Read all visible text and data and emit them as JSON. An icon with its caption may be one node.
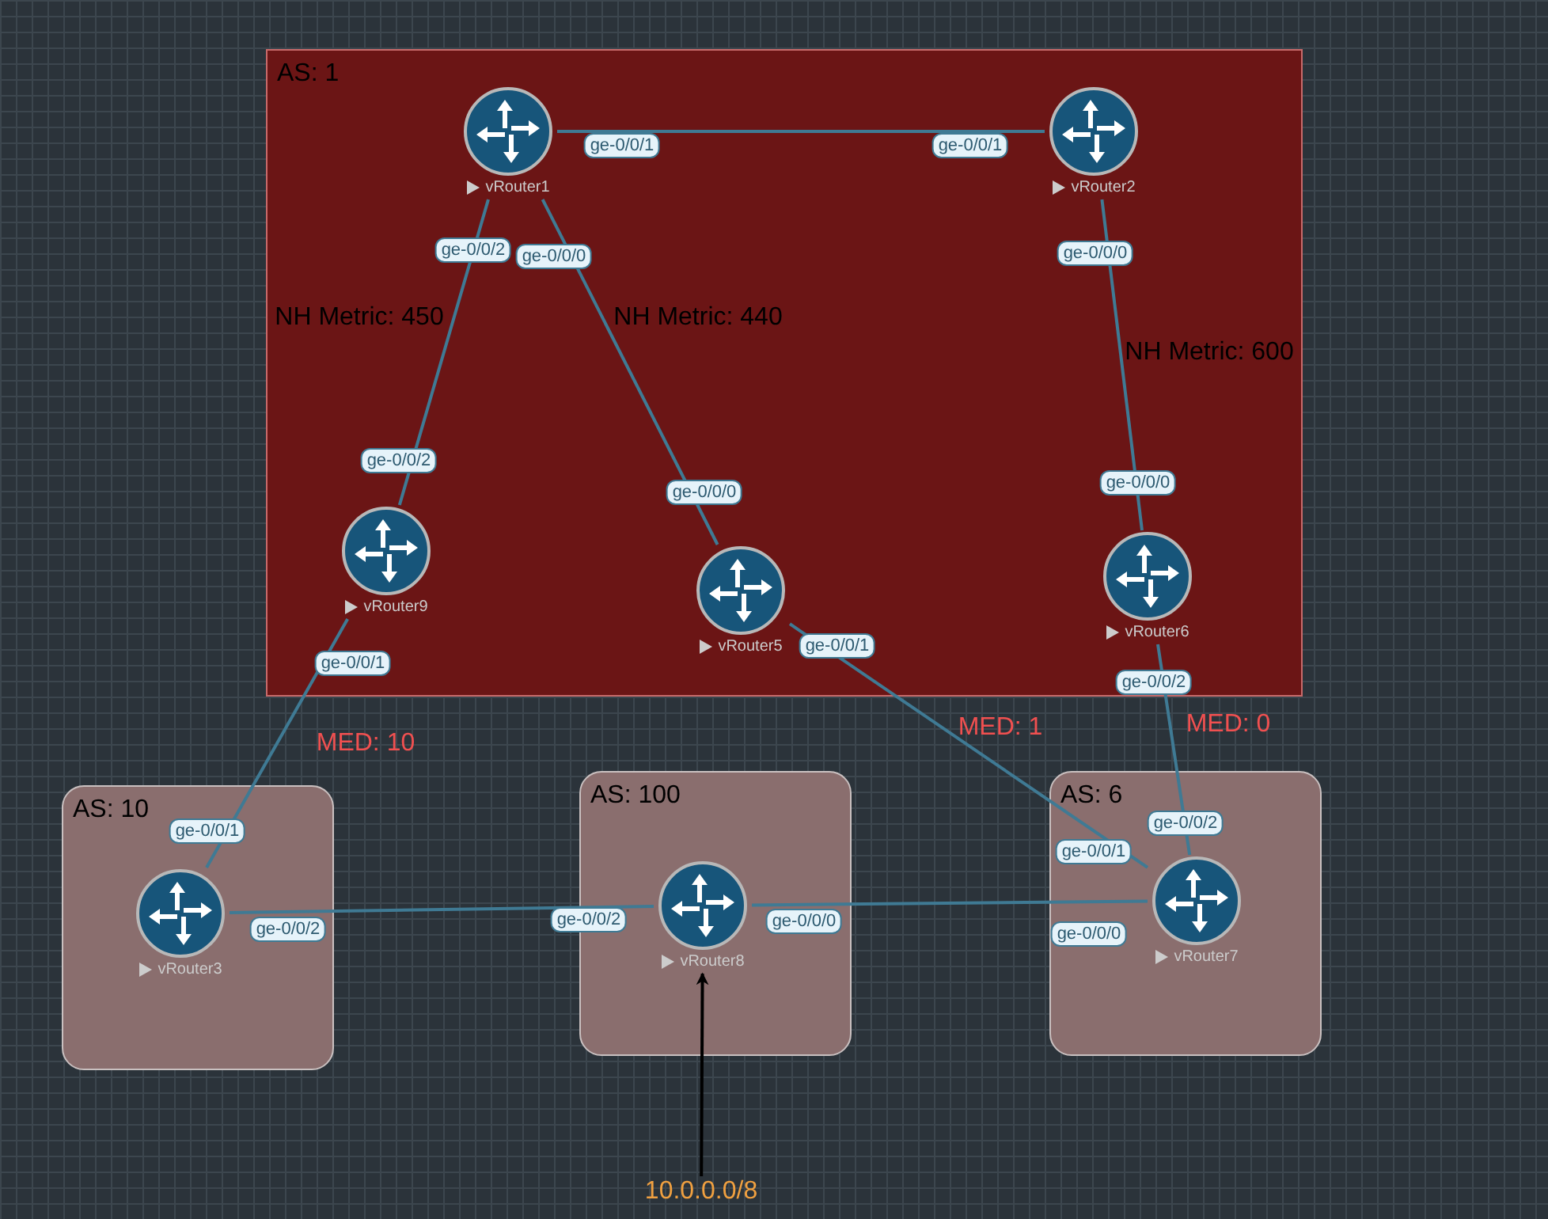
{
  "diagram": {
    "nodes": [
      {
        "text": [
          "AS: 1"
        ]
      },
      {
        "text": [
          "vRouter1"
        ],
        "in": 0
      },
      {
        "text": [
          "vRouter2"
        ],
        "in": 0
      },
      {
        "text": [
          "vRouter9"
        ],
        "in": 0
      },
      {
        "text": [
          "vRouter5"
        ],
        "in": 0
      },
      {
        "text": [
          "vRouter6"
        ],
        "in": 0
      },
      {
        "text": [
          "AS: 10"
        ]
      },
      {
        "text": [
          "vRouter3"
        ],
        "in": 6
      },
      {
        "text": [
          "AS: 100"
        ]
      },
      {
        "text": [
          "vRouter8"
        ],
        "in": 8
      },
      {
        "text": [
          "AS: 6"
        ]
      },
      {
        "text": [
          "vRouter7"
        ],
        "in": 10
      },
      {
        "text": [
          "10.0.0.0/8"
        ]
      }
    ],
    "edges": [
      {
        "from": 1,
        "to": 2,
        "arrow": "none"
      },
      {
        "from": 1,
        "to": 3,
        "arrow": "none"
      },
      {
        "from": 1,
        "to": 4,
        "arrow": "none"
      },
      {
        "from": 2,
        "to": 5,
        "arrow": "none"
      },
      {
        "from": 3,
        "to": 7,
        "arrow": "none"
      },
      {
        "from": 4,
        "to": 11,
        "arrow": "none"
      },
      {
        "from": 5,
        "to": 11,
        "arrow": "none"
      },
      {
        "from": 7,
        "to": 9,
        "arrow": "none"
      },
      {
        "from": 9,
        "to": 11,
        "arrow": "none"
      },
      {
        "from": 12,
        "to": 9,
        "arrow": "to",
        "color": "#000000"
      }
    ],
    "labels": [
      "ge-0/0/1",
      "ge-0/0/1",
      "ge-0/0/2",
      "ge-0/0/0",
      "ge-0/0/0",
      "NH Metric: 450",
      "NH Metric: 440",
      "NH Metric: 600",
      "ge-0/0/2",
      "ge-0/0/0",
      "ge-0/0/0",
      "ge-0/0/1",
      "ge-0/0/1",
      "ge-0/0/2",
      "MED: 10",
      "MED: 1",
      "MED: 0",
      "ge-0/0/2",
      "ge-0/0/1",
      "ge-0/0/1",
      "ge-0/0/2",
      "ge-0/0/0",
      "ge-0/0/2",
      "ge-0/0/0"
    ]
  }
}
